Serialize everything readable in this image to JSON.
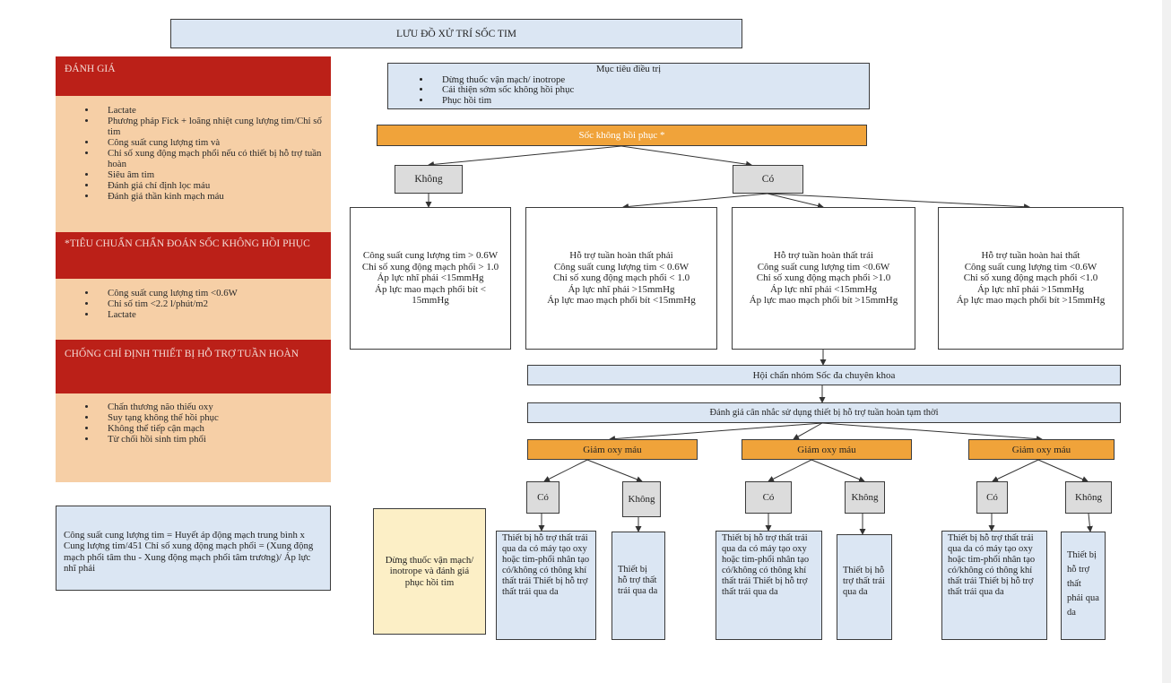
{
  "title": "LƯU ĐỒ XỬ TRÍ SỐC TIM",
  "left_panel": {
    "assessment_header": "ĐÁNH GIÁ",
    "assessment_items": [
      "Lactate",
      "Phương pháp Fick + loãng nhiệt cung lượng tim/Chỉ số tim",
      "Công suất cung lượng tim và",
      "Chỉ số xung động mạch phổi nếu có thiết bị hỗ trợ tuần hoàn",
      "Siêu âm tim",
      "Đánh giá chỉ định lọc máu",
      "Đánh giá thần kinh mạch máu"
    ],
    "criteria_header": "*TIÊU CHUẨN CHẨN ĐOÁN SỐC KHÔNG HỒI PHỤC",
    "criteria_items": [
      "Công suất cung lượng tim <0.6W",
      "Chỉ số tim <2.2 l/phút/m2",
      "Lactate"
    ],
    "contra_header": "CHỐNG CHỈ ĐỊNH THIẾT BỊ HỖ TRỢ TUẦN HOÀN",
    "contra_items": [
      "Chấn thương não thiếu oxy",
      "Suy tạng không thể hồi phục",
      "Không thể tiếp cận mạch",
      "Từ chối hồi sinh tim phổi"
    ],
    "formula": "Công suất cung lượng tim = Huyết áp động mạch trung bình x Cung lượng tim/451 Chỉ số xung động mạch phổi = (Xung động mạch phổi tâm thu - Xung động mạch phổi tâm trương)/ Áp lực nhĩ phải"
  },
  "objectives": {
    "title": "Mục tiêu điều trị",
    "items": [
      "Dừng thuốc vận mạch/ inotrope",
      "Cải thiện sớm sốc không hồi phục",
      "Phục hồi tim"
    ]
  },
  "refractory_shock": "Sốc không hồi phục *",
  "no_label": "Không",
  "yes_label": "Có",
  "no_result": "Công suất cung lượng tim > 0.6W\nChỉ số xung động mạch phổi > 1.0\nÁp lực nhĩ phải <15mmHg\nÁp lực mao mạch phổi bít < 15mmHg",
  "branches": [
    "Hỗ trợ tuần hoàn thất phải\nCông suất cung lượng tim < 0.6W\nChỉ số xung động mạch phổi < 1.0\nÁp lực nhĩ phải >15mmHg\nÁp lực mao mạch phổi bít <15mmHg",
    "Hỗ trợ tuần hoàn thất trái\nCông suất cung lượng tim <0.6W\nChỉ số xung động mạch phổi >1.0\nÁp lực nhĩ phải <15mmHg\nÁp lực mao mạch phổi bít >15mmHg",
    "Hỗ trợ tuần hoàn hai thất\nCông suất cung lượng tim <0.6W\nChỉ số xung động mạch phổi <1.0\nÁp lực nhĩ phải >15mmHg\nÁp lực mao mạch phổi bít >15mmHg"
  ],
  "consult": "Hội chẩn nhóm Sốc đa chuyên khoa",
  "evaluate_device": "Đánh giá cân nhắc sử dụng thiết bị hỗ trợ tuần hoàn tạm thời",
  "hypoxia_label": "Giảm oxy máu",
  "stop_box": "Dừng thuốc vận mạch/ inotrope và đánh giá phục hồi tim",
  "outcomes": [
    {
      "yes_text": "Thiết bị hỗ trợ thất trái qua da có máy tạo oxy hoặc tim-phổi nhân tạo có/không có thông khí thất trái Thiết bị hỗ trợ thất trái qua da",
      "no_text": "Thiết bị hỗ trợ thất trái qua da"
    },
    {
      "yes_text": "Thiết bị hỗ trợ thất trái qua da có máy tạo oxy hoặc tim-phổi nhân tạo có/không có thông khí thất trái Thiết bị hỗ trợ thất trái qua da",
      "no_text": "Thiết bị hỗ trợ thất trái qua da"
    },
    {
      "yes_text": "Thiết bị hỗ trợ thất trái qua da có máy tạo oxy hoặc tim-phổi nhân tạo có/không có thông khí thất trái Thiết bị hỗ trợ thất trái qua da",
      "no_text": "Thiết bị hỗ trợ thất phải qua da"
    }
  ],
  "colors": {
    "light_blue": "#dbe6f3",
    "dark_red": "#bb2018",
    "peach": "#f6cfa6",
    "orange": "#f0a33a",
    "grey": "#dcdcdc",
    "cream": "#fcefc6"
  }
}
